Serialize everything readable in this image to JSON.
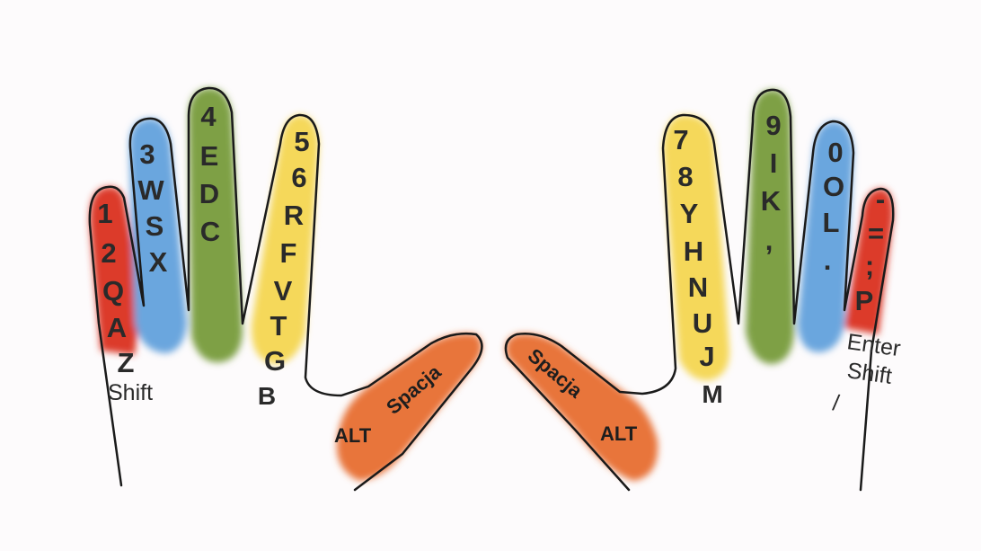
{
  "colors": {
    "pinky": "#dc3b2c",
    "ring": "#6aa6de",
    "middle": "#7ea044",
    "index": "#f5d85a",
    "thumb": "#e8743a",
    "outline": "#1a1a1a",
    "background": "#fdfbfc"
  },
  "left_hand": {
    "pinky": {
      "keys": [
        "1",
        "2",
        "Q",
        "A",
        "Z"
      ],
      "extra": "Shift"
    },
    "ring": {
      "keys": [
        "3",
        "W",
        "S",
        "X"
      ]
    },
    "middle": {
      "keys": [
        "4",
        "E",
        "D",
        "C"
      ]
    },
    "index": {
      "keys": [
        "5",
        "6",
        "R",
        "F",
        "V",
        "T",
        "G"
      ],
      "extra": "B"
    },
    "thumb": {
      "top": "Spacja",
      "bottom": "ALT"
    }
  },
  "right_hand": {
    "index": {
      "keys": [
        "7",
        "8",
        "Y",
        "H",
        "N",
        "U",
        "J"
      ],
      "extra": "M"
    },
    "middle": {
      "keys": [
        "9",
        "I",
        "K",
        ","
      ]
    },
    "ring": {
      "keys": [
        "0",
        "O",
        "L",
        "."
      ]
    },
    "pinky": {
      "keys": [
        "-",
        "=",
        ";",
        "P"
      ],
      "extra": [
        "Enter",
        "Shift",
        "/"
      ]
    },
    "thumb": {
      "top": "Spacja",
      "bottom": "ALT"
    }
  }
}
